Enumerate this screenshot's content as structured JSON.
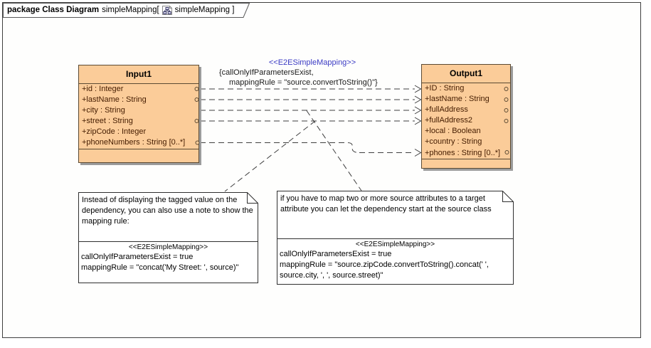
{
  "frame": {
    "header": {
      "title_bold": "package Class Diagram",
      "title_name": "simpleMapping[",
      "title_suffix": "simpleMapping ]"
    }
  },
  "classes": {
    "input": {
      "name": "Input1",
      "attributes": [
        "+id : Integer",
        "+lastName : String",
        "+city : String",
        "+street : String",
        "+zipCode : Integer",
        "+phoneNumbers : String [0..*]"
      ]
    },
    "output": {
      "name": "Output1",
      "attributes": [
        "+ID : String",
        "+lastName : String",
        "+fullAddress",
        "+fullAddress2",
        "+local : Boolean",
        "+country : String",
        "+phones : String [0..*]"
      ]
    }
  },
  "dependency_label": {
    "stereotype": "<<E2ESimpleMapping>>",
    "line1": "{callOnlyIfParametersExist,",
    "line2": "mappingRule = \"source.convertToString()\"}"
  },
  "notes": {
    "left": {
      "body": "Instead of displaying the tagged value on the dependency, you can also use a note to show the mapping rule:",
      "stereotype": "<<E2ESimpleMapping>>",
      "tag1": "callOnlyIfParametersExist = true",
      "tag2": "mappingRule = \"concat('My Street: ', source)\""
    },
    "right": {
      "body": "if you have to map two or more source attributes to a target attribute you can let the dependency start at the source class",
      "stereotype": "<<E2ESimpleMapping>>",
      "tag1": "callOnlyIfParametersExist = true",
      "tag2": "mappingRule = \"source.zipCode.convertToString().concat(' ', source.city, ', ', source.street)\""
    }
  },
  "colors": {
    "class_fill": "#FBCC99",
    "class_border": "#5B4A33",
    "class_shadow": "#9C9C9C",
    "attribute_text": "#441C00",
    "stereotype_blue": "#3B3BC4",
    "line_color": "#3F3F3F",
    "frame_border": "#3F3F3F",
    "note_fill": "#FFFFFF",
    "note_border": "#2F2F2F"
  }
}
